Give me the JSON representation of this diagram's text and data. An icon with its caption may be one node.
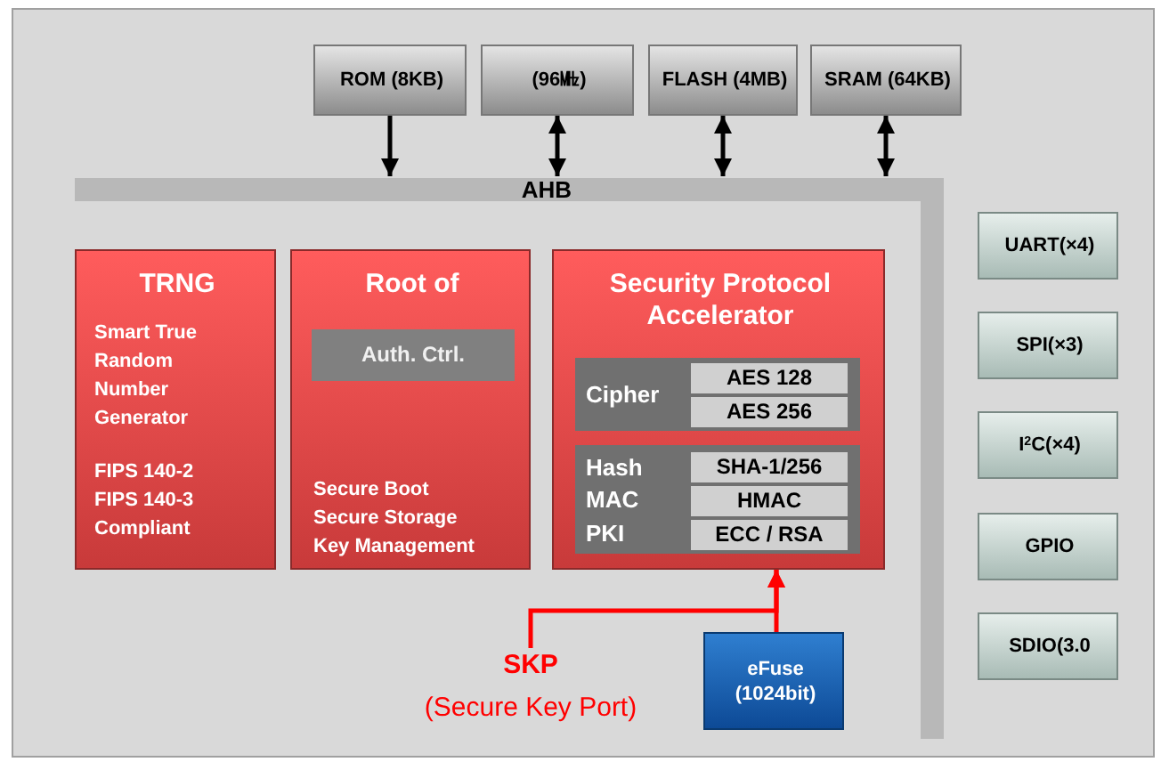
{
  "diagram": {
    "nodes": [
      {
        "text": [
          "ROM (8KB)"
        ]
      },
      {
        "text": [
          "(96㎒)"
        ]
      },
      {
        "text": [
          "FLASH (4MB)"
        ]
      },
      {
        "text": [
          "SRAM (64KB)"
        ]
      },
      {
        "text": [
          "AHB"
        ]
      },
      {
        "text": [
          "TRNG",
          "Smart True Random Number Generator",
          "FIPS 140-2 FIPS 140-3 Compliant"
        ]
      },
      {
        "text": [
          "Root of",
          "Secure Boot Secure Storage Key Management"
        ]
      },
      {
        "text": [
          "Auth. Ctrl."
        ],
        "in": 6
      },
      {
        "text": [
          "Security Protocol Accelerator"
        ]
      },
      {
        "text": [
          "Cipher"
        ],
        "in": 8
      },
      {
        "text": [
          "AES 128"
        ],
        "in": 9
      },
      {
        "text": [
          "AES 256"
        ],
        "in": 9
      },
      {
        "text": [
          "Hash",
          "MAC",
          "PKI"
        ],
        "in": 8
      },
      {
        "text": [
          "SHA-1/256"
        ],
        "in": 12
      },
      {
        "text": [
          "HMAC"
        ],
        "in": 12
      },
      {
        "text": [
          "ECC / RSA"
        ],
        "in": 12
      },
      {
        "text": [
          "UART(×4)"
        ]
      },
      {
        "text": [
          "SPI(×3)"
        ]
      },
      {
        "text": [
          "I$^{2}$C(×4)"
        ]
      },
      {
        "text": [
          "GPIO"
        ]
      },
      {
        "text": [
          "SDIO(3.0"
        ]
      },
      {
        "text": [
          "SKP",
          "(Secure Key Port)"
        ]
      },
      {
        "text": [
          "eFuse (1024bit)"
        ]
      }
    ],
    "edges": [
      {
        "from": 0,
        "to": 4,
        "arrow": "to"
      },
      {
        "from": 1,
        "to": 4,
        "arrow": "both"
      },
      {
        "from": 2,
        "to": 4,
        "arrow": "both"
      },
      {
        "from": 3,
        "to": 4,
        "arrow": "both"
      },
      {
        "from": 22,
        "to": 8,
        "arrow": "to",
        "color": "#ff0000"
      },
      {
        "from": 21,
        "to": 8,
        "arrow": "to",
        "color": "#ff0000"
      }
    ]
  }
}
